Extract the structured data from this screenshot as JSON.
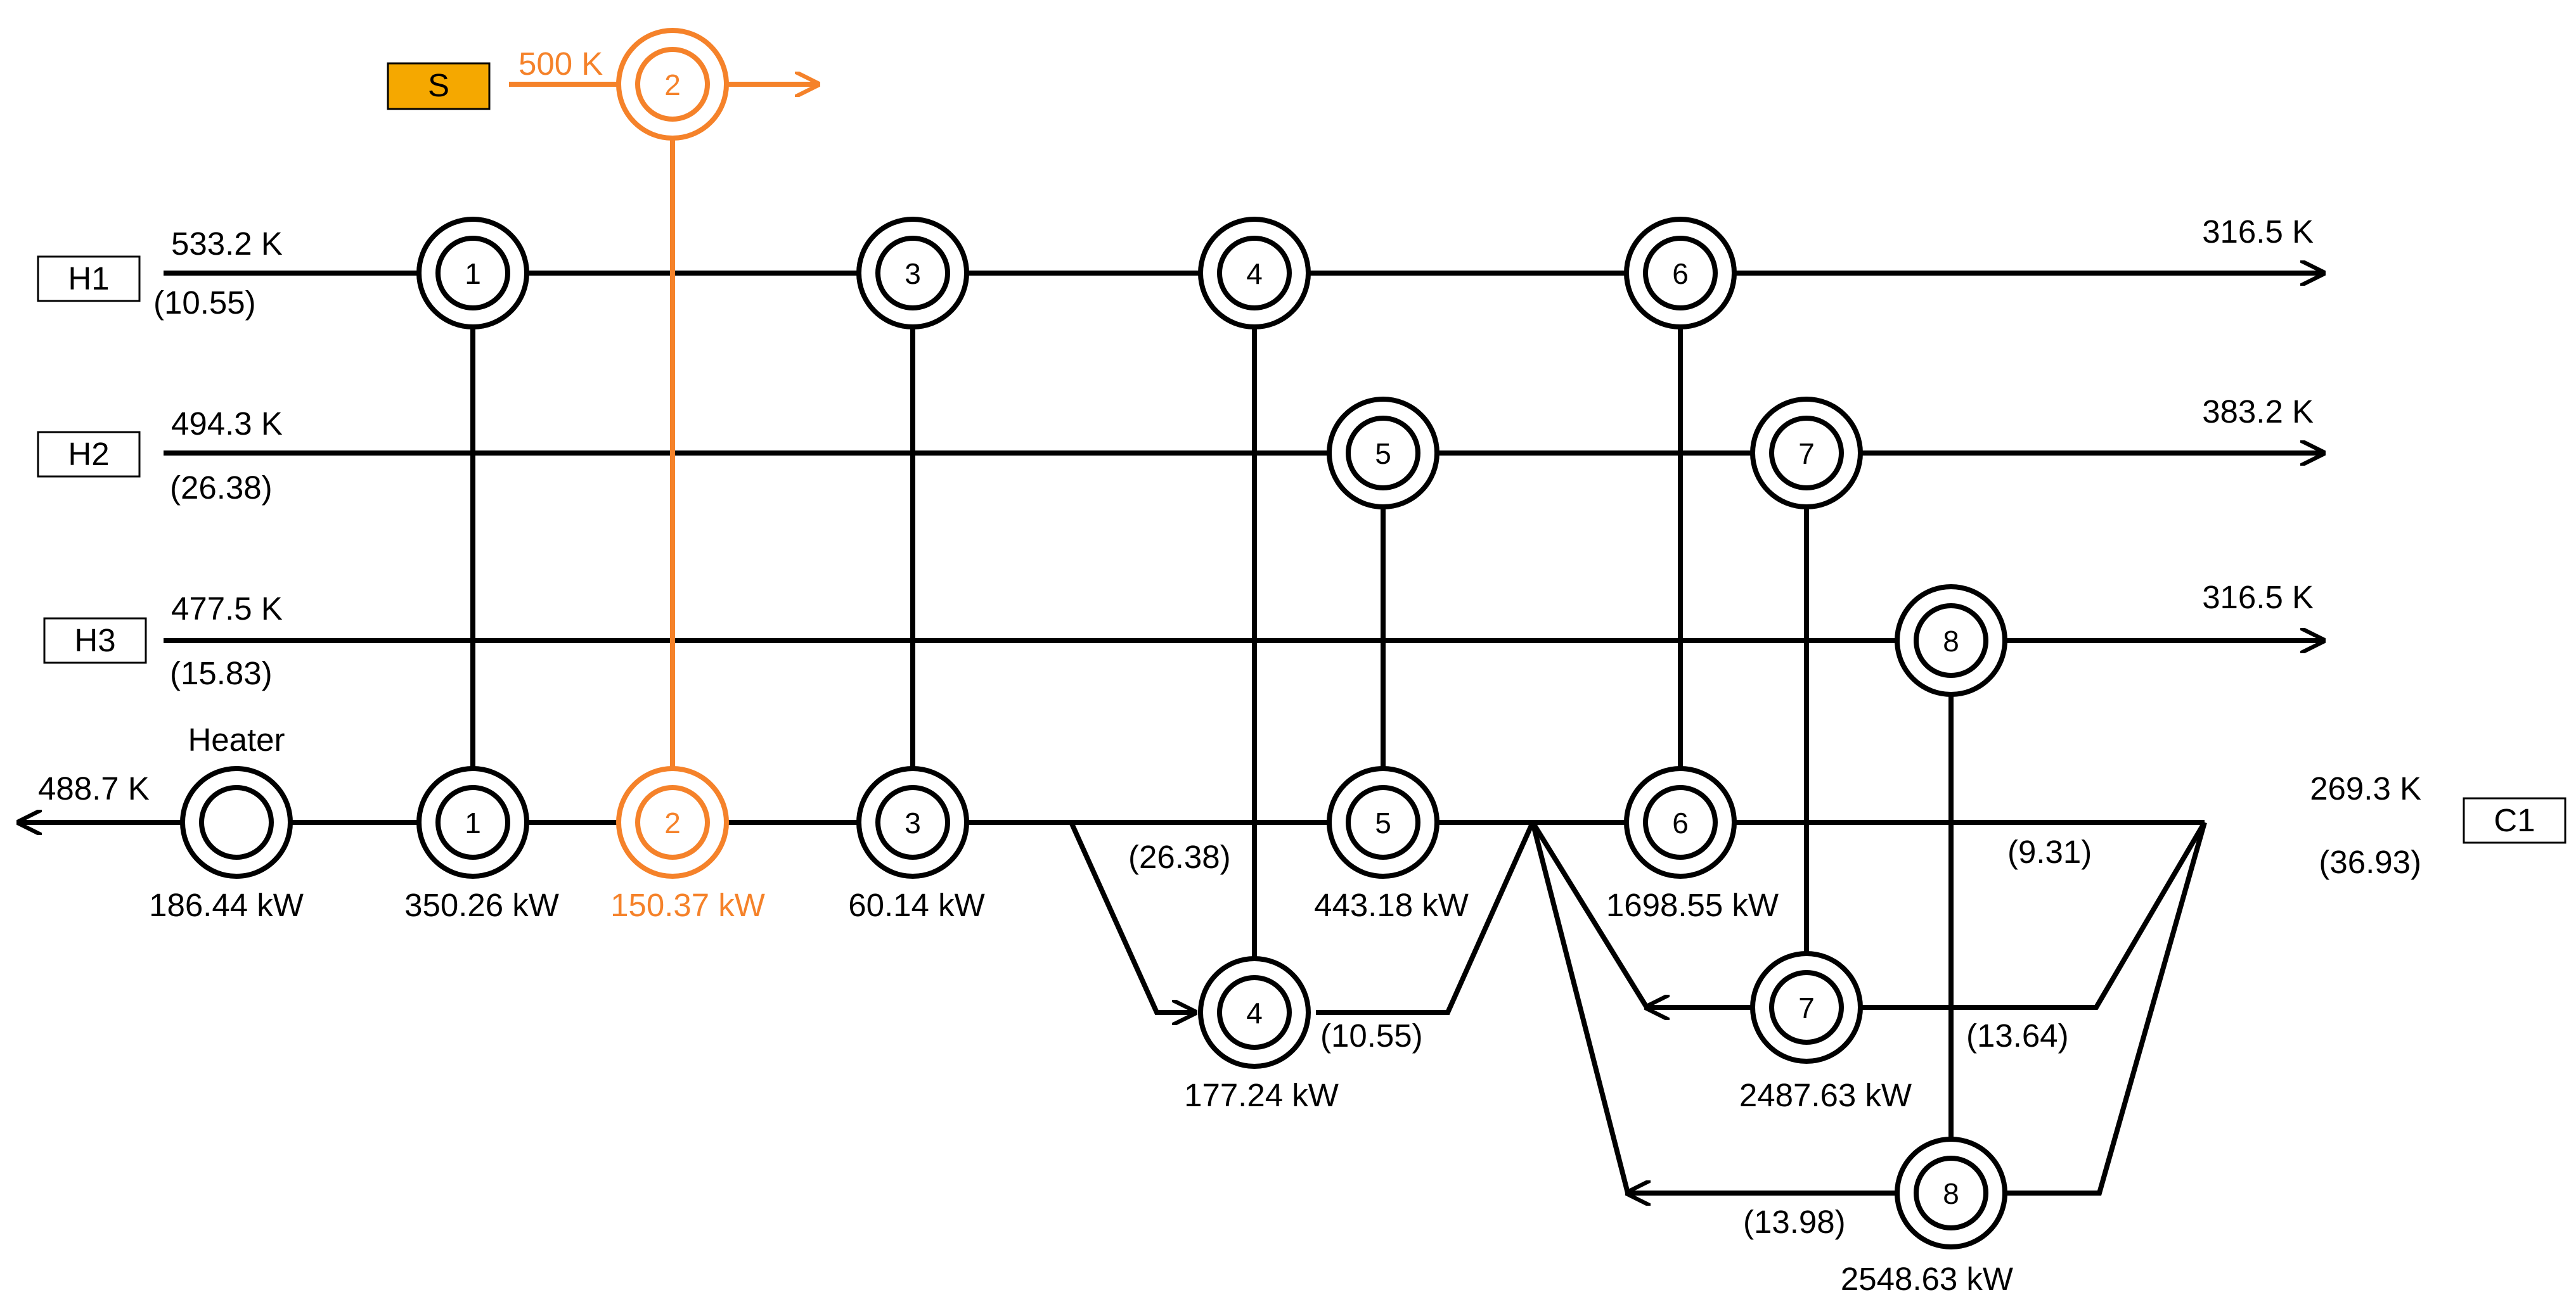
{
  "colors": {
    "line": "#000000",
    "steam": "#f5822a",
    "steam_box": "#f5a800",
    "background": "#ffffff"
  },
  "streams": {
    "H1": {
      "label": "H1",
      "t_in": "533.2 K",
      "fcp": "(10.55)",
      "t_out": "316.5 K"
    },
    "H2": {
      "label": "H2",
      "t_in": "494.3 K",
      "fcp": "(26.38)",
      "t_out": "383.2 K"
    },
    "H3": {
      "label": "H3",
      "t_in": "477.5 K",
      "fcp": "(15.83)",
      "t_out": "316.5 K"
    },
    "C1": {
      "label": "C1",
      "t_in": "269.3 K",
      "fcp": "(36.93)",
      "t_out": "488.7 K"
    },
    "S": {
      "label": "S",
      "t_in": "500 K"
    }
  },
  "branches": {
    "b4": "(26.38)",
    "b4_return": "(10.55)",
    "main_right": "(9.31)",
    "b7": "(13.64)",
    "b8": "(13.98)"
  },
  "exchangers": [
    {
      "id": "1",
      "duty": "350.26 kW"
    },
    {
      "id": "2",
      "duty": "150.37 kW"
    },
    {
      "id": "3",
      "duty": "60.14 kW"
    },
    {
      "id": "4",
      "duty": "177.24 kW"
    },
    {
      "id": "5",
      "duty": "443.18 kW"
    },
    {
      "id": "6",
      "duty": "1698.55 kW"
    },
    {
      "id": "7",
      "duty": "2487.63 kW"
    },
    {
      "id": "8",
      "duty": "2548.63 kW"
    }
  ],
  "heater": {
    "label": "Heater",
    "duty": "186.44 kW"
  }
}
